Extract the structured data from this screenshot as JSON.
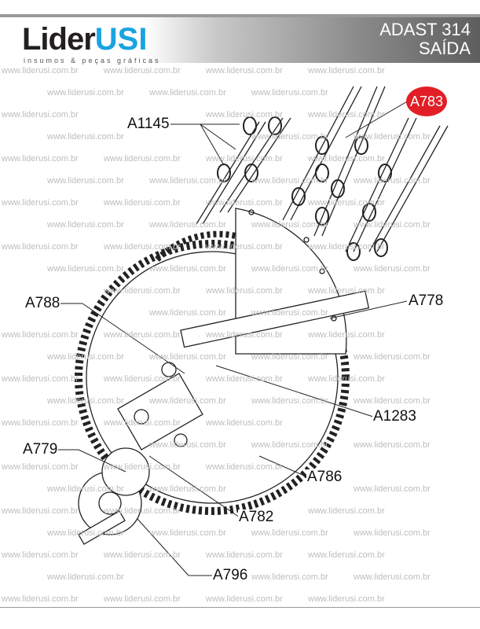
{
  "header": {
    "logo_main": "Lider",
    "logo_accent": "USI",
    "logo_tagline": "insumos & peças gráficas",
    "title_line1": "ADAST 314",
    "title_line2": "SAÍDA"
  },
  "watermark": "www.liderusi.com.br",
  "labels": {
    "a1145": "A1145",
    "a783": "A783",
    "a788": "A788",
    "a778": "A778",
    "a1283": "A1283",
    "a779": "A779",
    "a786": "A786",
    "a782": "A782",
    "a796": "A796"
  },
  "colors": {
    "accent": "#e21f26",
    "brand": "#1aa3e0"
  }
}
